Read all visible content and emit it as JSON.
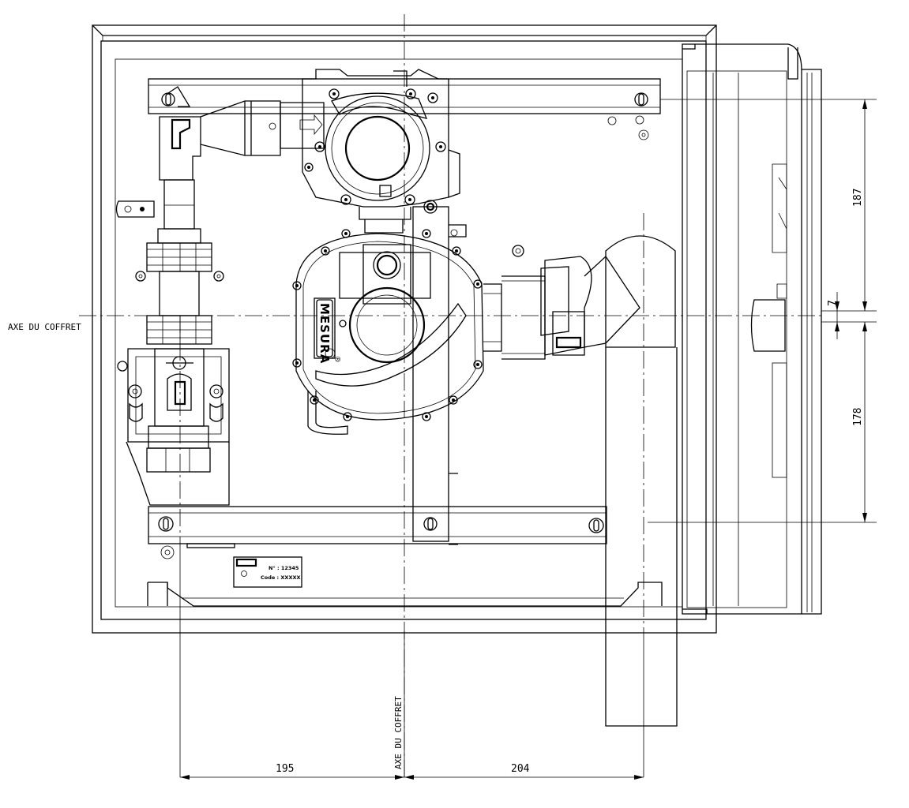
{
  "drawing": {
    "axis_label_left": "AXE DU COFFRET",
    "axis_label_bottom": "AXE DU COFFRET",
    "brand": "MESURA",
    "registered_mark": "®",
    "nameplate": {
      "number_line": "N° : 12345",
      "code_line": "Code : XXXXX"
    },
    "dimensions": {
      "bottom_left": "195",
      "bottom_right": "204",
      "right_upper": "187",
      "right_lower": "178",
      "right_offset": "7"
    }
  }
}
